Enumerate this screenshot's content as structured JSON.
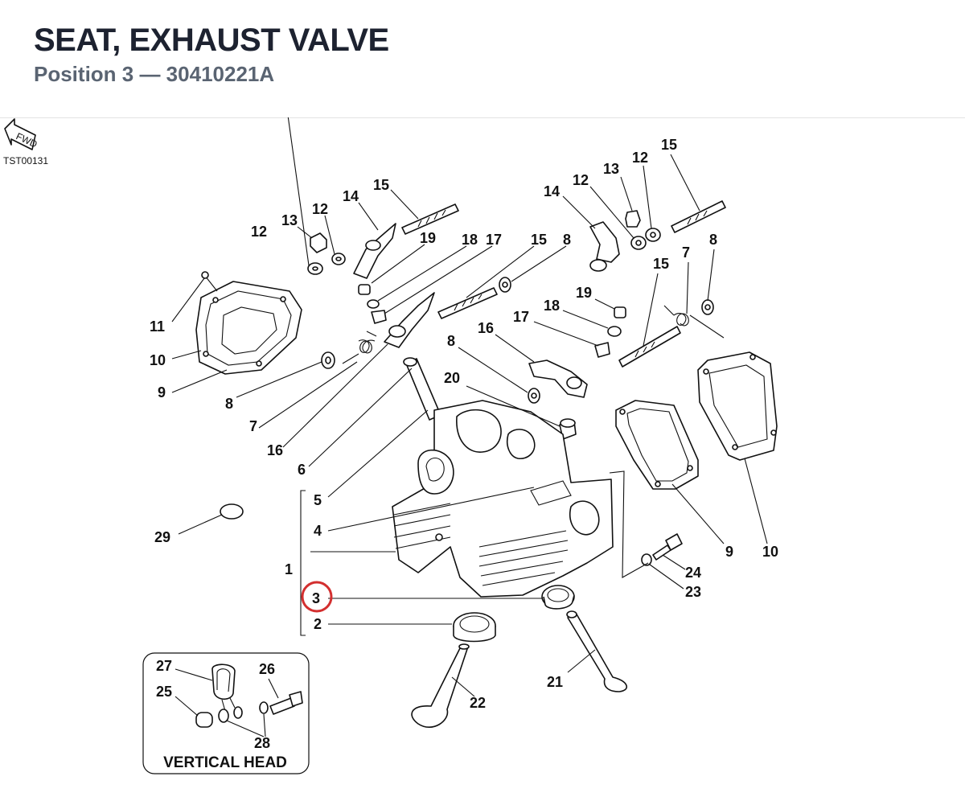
{
  "header": {
    "title": "SEAT, EXHAUST VALVE",
    "subtitle": "Position 3 — 30410221A"
  },
  "diagram": {
    "fwd_label": "FWD",
    "ref_code": "TST00131",
    "highlight_color": "#d32f2f",
    "inset_title": "VERTICAL HEAD",
    "labels": {
      "l1": "1",
      "l2": "2",
      "l3": "3",
      "l4": "4",
      "l5": "5",
      "l6": "6",
      "l7a": "7",
      "l7b": "7",
      "l8a": "8",
      "l8b": "8",
      "l8c": "8",
      "l8d": "8",
      "l9a": "9",
      "l9b": "9",
      "l10a": "10",
      "l10b": "10",
      "l11": "11",
      "l12a": "12",
      "l12b": "12",
      "l12c": "12",
      "l12d": "12",
      "l13a": "13",
      "l13b": "13",
      "l14a": "14",
      "l14b": "14",
      "l15a": "15",
      "l15b": "15",
      "l15c": "15",
      "l15d": "15",
      "l16a": "16",
      "l16b": "16",
      "l17a": "17",
      "l17b": "17",
      "l18a": "18",
      "l18b": "18",
      "l19a": "19",
      "l19b": "19",
      "l20": "20",
      "l21": "21",
      "l22": "22",
      "l23": "23",
      "l24": "24",
      "l25": "25",
      "l26": "26",
      "l27": "27",
      "l28": "28",
      "l29": "29"
    }
  }
}
